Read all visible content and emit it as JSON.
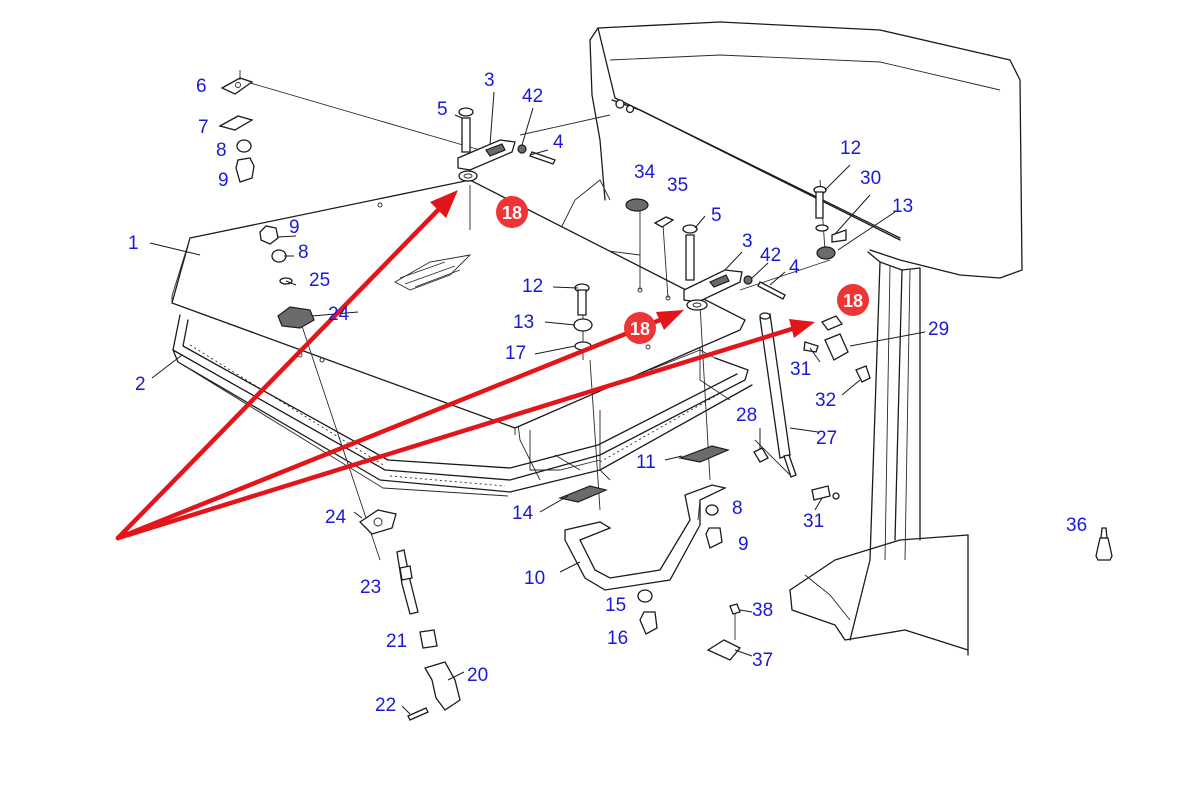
{
  "diagram": {
    "label_color": "#1a1ad6",
    "highlight_color": "#e3151a",
    "badge_color": "#ee3434",
    "highlight_badge": "18",
    "part_labels": [
      {
        "id": "p1",
        "text": "1"
      },
      {
        "id": "p2",
        "text": "2"
      },
      {
        "id": "p3a",
        "text": "3"
      },
      {
        "id": "p3b",
        "text": "3"
      },
      {
        "id": "p4a",
        "text": "4"
      },
      {
        "id": "p4b",
        "text": "4"
      },
      {
        "id": "p5a",
        "text": "5"
      },
      {
        "id": "p5b",
        "text": "5"
      },
      {
        "id": "p6",
        "text": "6"
      },
      {
        "id": "p7",
        "text": "7"
      },
      {
        "id": "p8a",
        "text": "8"
      },
      {
        "id": "p8b",
        "text": "8"
      },
      {
        "id": "p8c",
        "text": "8"
      },
      {
        "id": "p9a",
        "text": "9"
      },
      {
        "id": "p9b",
        "text": "9"
      },
      {
        "id": "p9c",
        "text": "9"
      },
      {
        "id": "p10",
        "text": "10"
      },
      {
        "id": "p11",
        "text": "11"
      },
      {
        "id": "p12a",
        "text": "12"
      },
      {
        "id": "p12b",
        "text": "12"
      },
      {
        "id": "p13a",
        "text": "13"
      },
      {
        "id": "p13b",
        "text": "13"
      },
      {
        "id": "p14",
        "text": "14"
      },
      {
        "id": "p15",
        "text": "15"
      },
      {
        "id": "p16",
        "text": "16"
      },
      {
        "id": "p17",
        "text": "17"
      },
      {
        "id": "p20",
        "text": "20"
      },
      {
        "id": "p21",
        "text": "21"
      },
      {
        "id": "p22",
        "text": "22"
      },
      {
        "id": "p23",
        "text": "23"
      },
      {
        "id": "p24a",
        "text": "24"
      },
      {
        "id": "p24b",
        "text": "24"
      },
      {
        "id": "p25",
        "text": "25"
      },
      {
        "id": "p27",
        "text": "27"
      },
      {
        "id": "p28",
        "text": "28"
      },
      {
        "id": "p29",
        "text": "29"
      },
      {
        "id": "p30",
        "text": "30"
      },
      {
        "id": "p31a",
        "text": "31"
      },
      {
        "id": "p31b",
        "text": "31"
      },
      {
        "id": "p32",
        "text": "32"
      },
      {
        "id": "p34",
        "text": "34"
      },
      {
        "id": "p35",
        "text": "35"
      },
      {
        "id": "p36",
        "text": "36"
      },
      {
        "id": "p37",
        "text": "37"
      },
      {
        "id": "p38",
        "text": "38"
      },
      {
        "id": "p42a",
        "text": "42"
      },
      {
        "id": "p42b",
        "text": "42"
      }
    ]
  }
}
